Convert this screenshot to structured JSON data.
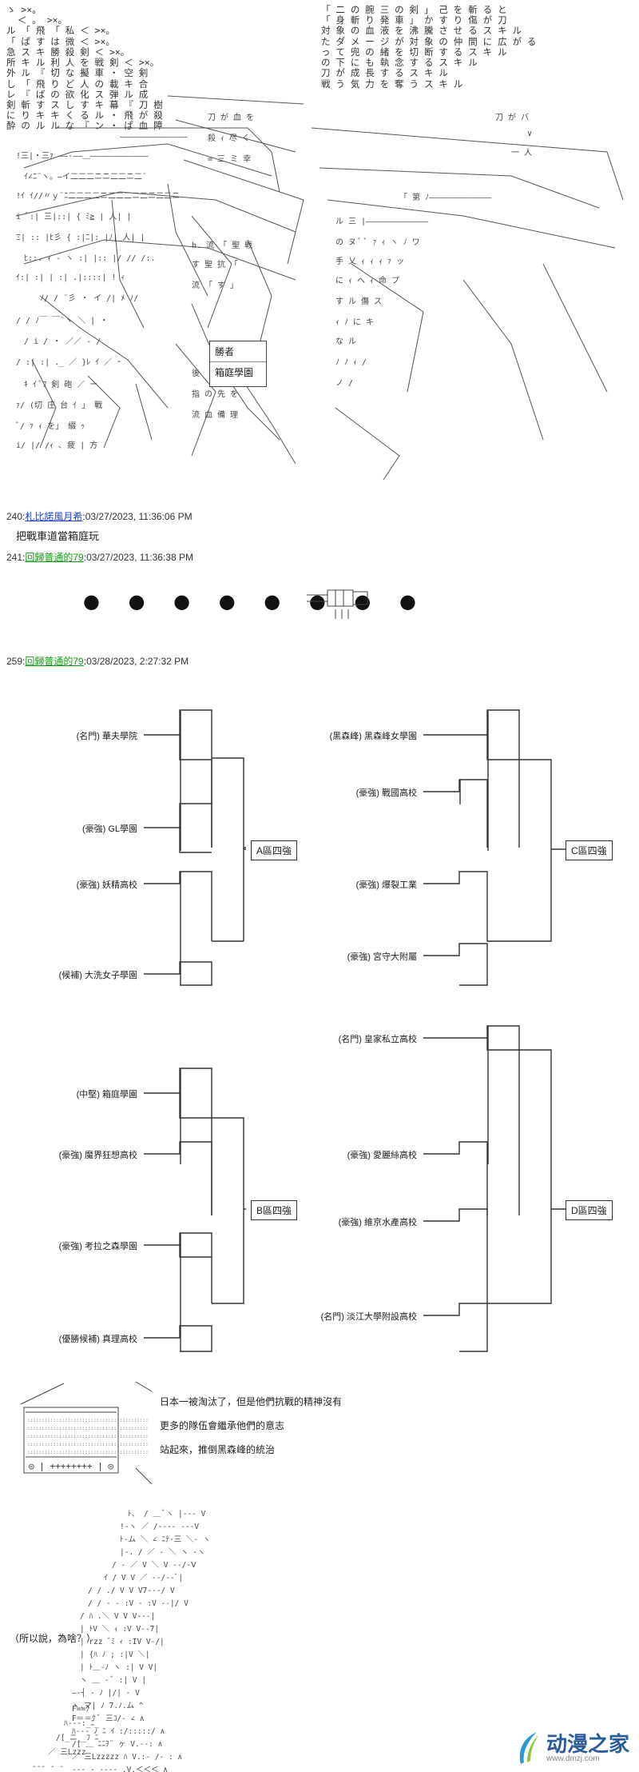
{
  "top_text_left": "ゝ >×。\n  ＜ 。 >×。\nル 「 飛 「 私 ＜ >×。\n「 ぱ す は 微 ＜ >×。\n急 ス キ 勝 殺 剣 ＜ >×。\n所 キ ル 利 人 を 戦 剣 ＜ >×。\n外 ル 『 切 な 擬 車 ・ 空 剣\nし 「 飛 り ど 人 の 載 キ 合\nレ 『 ば の 欲 化 ス 弾 ル 成\n剣 斬 す ス し す キ 幕 『 刀 樹\nに り キ キ く る ル ・ 飛 が 殺\n酔 の ル ル な 『 ン ・ ぱ 血 障",
  "top_text_right": "「 二 の 腕 三 の 剣 」 己 を 斬 る と\n「 身 斬 り 発 車 」 か す り 傷 が 刀\n対 象 の 血 液 を 沸 騰 さ せ る ス キ ル\nた ダ メ ー ジ が 対 象 の 仲 間 に 広 が る\nっ て 兜 の 緒 を 切 断 す る ス キ ル\nの 下 に も 執 念 す る ス キ ル\n刀 が 成 長 す る ス キ ル\n戦 う 気 力 を 奪 う ス キ ル",
  "posts": [
    {
      "num": "240",
      "name": "札比諾風月希",
      "date": "03/27/2023, 11:36:06 PM",
      "body": "把戰車道當箱庭玩"
    },
    {
      "num": "241",
      "name": "回歸普通的79",
      "date": "03/27/2023, 11:36:38 PM",
      "body": ""
    },
    {
      "num": "259",
      "name": "回歸普通的79",
      "date": "03/28/2023, 2:27:32 PM",
      "body": ""
    }
  ],
  "winner_box": {
    "line1": "勝者",
    "line2": "箱庭學園"
  },
  "dots": "● ● ● ● ● ● ● ●",
  "bracket": {
    "A": {
      "label": "A區四強",
      "teams": [
        "(名門) 華夫學院",
        "(豪強) GL學園",
        "(豪強) 妖精高校",
        "(候補) 大洗女子學園"
      ]
    },
    "B": {
      "label": "B區四強",
      "teams": [
        "(中堅) 箱庭學園",
        "(豪強) 魔界狂想高校",
        "(豪強) 考拉之森學園",
        "(優勝候補) 真理高校"
      ]
    },
    "C": {
      "label": "C區四強",
      "teams": [
        "(黑森峰) 黑森峰女學園",
        "(豪強) 戰國高校",
        "(豪強) 爆裂工業",
        "(豪強) 宮守大附屬"
      ]
    },
    "D": {
      "label": "D區四強",
      "teams": [
        "(名門) 皇家私立高校",
        "(豪強) 愛麗絲高校",
        "(豪強) 維京水產高校",
        "(名門) 淡江大學附設高校"
      ]
    }
  },
  "story": {
    "line1": "日本一被淘汰了，但是他們抗戰的精神沒有",
    "line2": "更多的隊伍會繼承他們的意志",
    "line3": "站起來，推倒黑森峰的統治"
  },
  "radio_dial": "◎ | ++++++++ | ◎",
  "bottom_question": "（所以說，為啥？）",
  "logo": {
    "text": "动漫之家",
    "url": "www.dmzj.com"
  }
}
